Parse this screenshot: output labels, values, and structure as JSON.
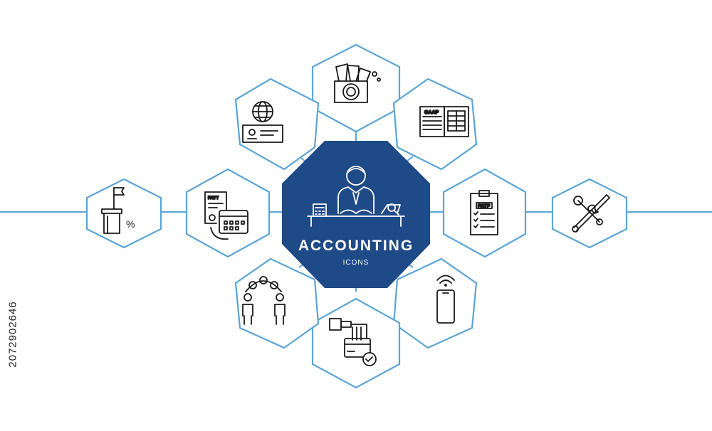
{
  "center": {
    "title": "ACCOUNTING",
    "subtitle": "ICONS"
  },
  "side_id": "2072902646",
  "icons": [
    {
      "name": "money-laundering-icon"
    },
    {
      "name": "gaap-book-icon"
    },
    {
      "name": "fatf-checklist-icon"
    },
    {
      "name": "smartphone-nfc-icon"
    },
    {
      "name": "card-payment-check-icon"
    },
    {
      "name": "money-exchange-people-icon"
    },
    {
      "name": "payroll-calendar-icon"
    },
    {
      "name": "global-cheque-icon"
    },
    {
      "name": "podium-percent-icon"
    },
    {
      "name": "tools-wrench-icon"
    }
  ],
  "labels": {
    "payroll": "PAYY",
    "gaap": "GAAP",
    "fatf": "FATF"
  },
  "colors": {
    "accent": "#5aa4d6",
    "center_fill": "#1e4a87",
    "icon_stroke": "#1a1a1a",
    "white": "#ffffff"
  }
}
